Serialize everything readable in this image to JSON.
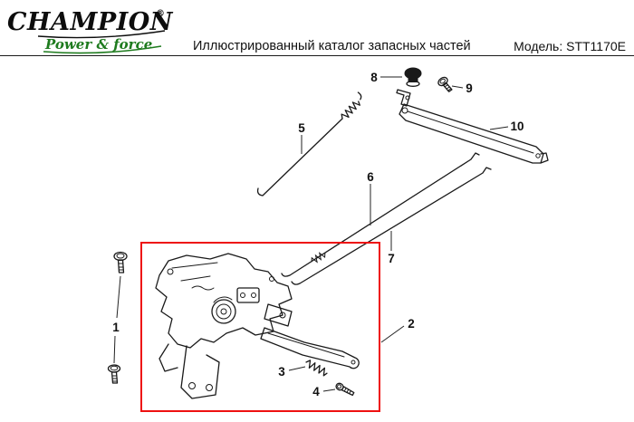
{
  "header": {
    "brand_name": "CHAMPION",
    "brand_reg": "®",
    "brand_tagline": "Power & force",
    "title": "Иллюстрированный каталог запасных частей",
    "model": "Модель: STT1170E"
  },
  "diagram": {
    "parts": [
      {
        "number": "1",
        "name": "mounting-bolts"
      },
      {
        "number": "2",
        "name": "control-bracket-assembly"
      },
      {
        "number": "3",
        "name": "spring"
      },
      {
        "number": "4",
        "name": "bolt"
      },
      {
        "number": "5",
        "name": "spring-with-rod"
      },
      {
        "number": "6",
        "name": "control-rod-with-spring"
      },
      {
        "number": "7",
        "name": "control-rod"
      },
      {
        "number": "8",
        "name": "knob"
      },
      {
        "number": "9",
        "name": "bolt"
      },
      {
        "number": "10",
        "name": "lever-arm"
      }
    ]
  },
  "colors": {
    "ink": "#1a1a1a",
    "highlight_red": "#ee1111",
    "brand_green": "#1e7b1e",
    "rule": "#1a1a1a"
  }
}
